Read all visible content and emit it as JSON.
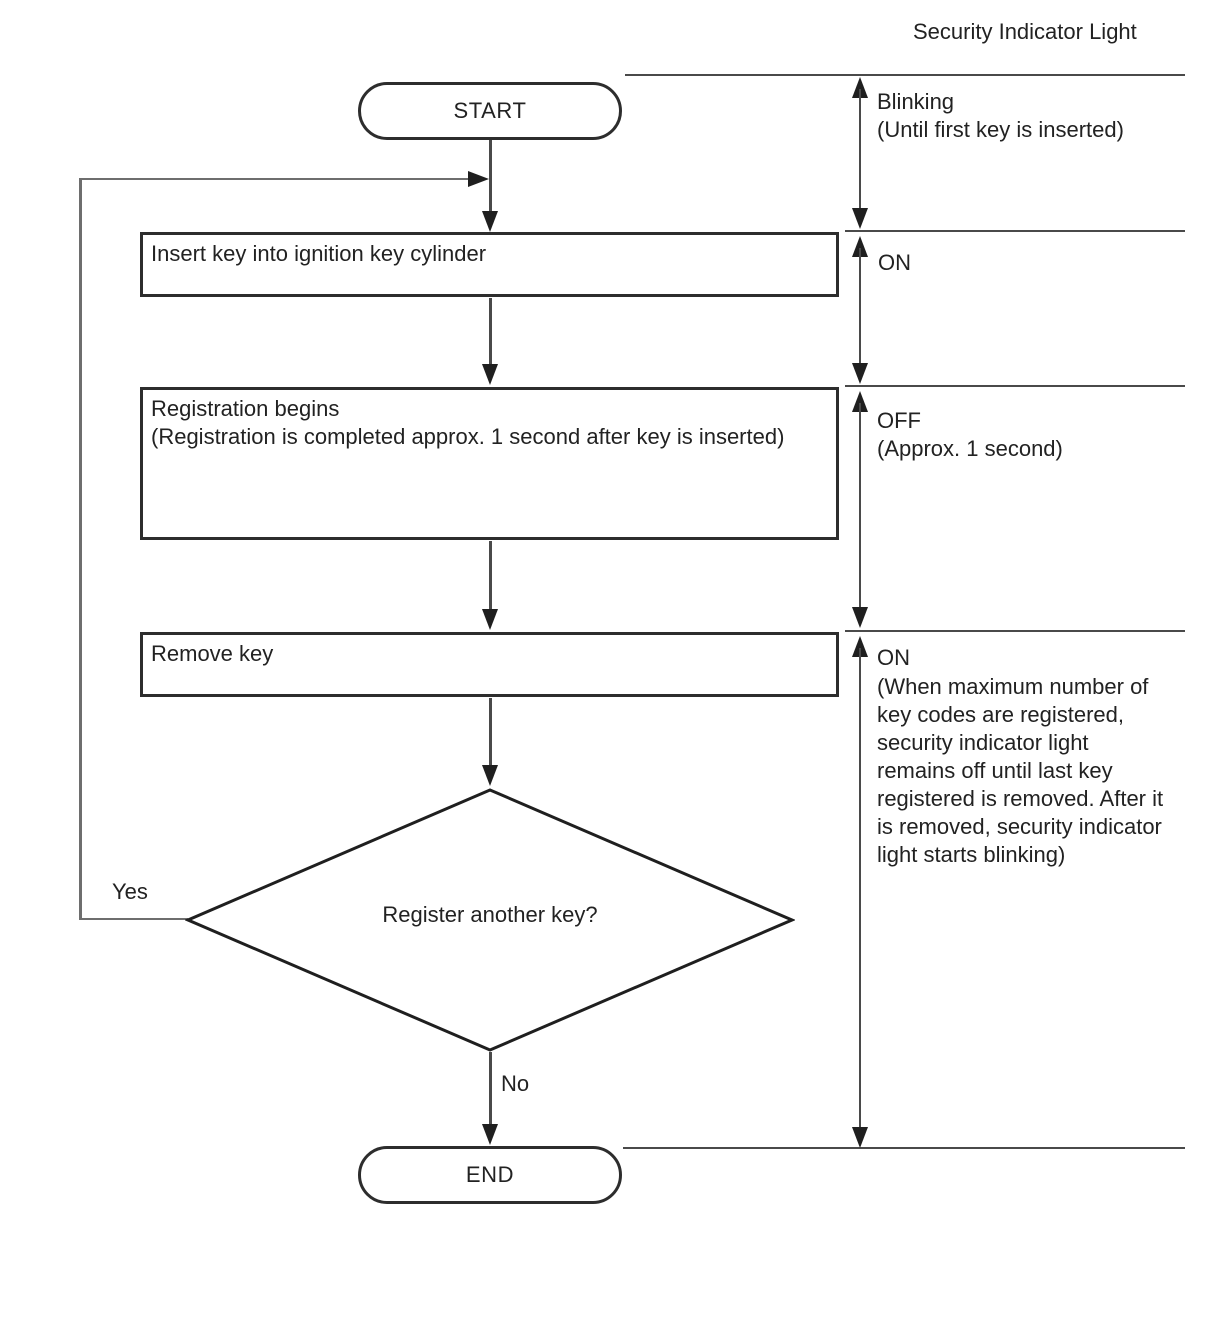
{
  "title": "Security Indicator Light",
  "flowchart": {
    "start_label": "START",
    "end_label": "END",
    "steps": [
      {
        "label": "Insert key into ignition key cylinder"
      },
      {
        "label_line1": "Registration begins",
        "label_line2": "(Registration is completed approx. 1 second after key is inserted)"
      },
      {
        "label": "Remove key"
      }
    ],
    "decision": {
      "label": "Register another key?",
      "yes_label": "Yes",
      "no_label": "No"
    }
  },
  "timeline": {
    "segments": [
      {
        "state": "Blinking",
        "note": "(Until first key is inserted)"
      },
      {
        "state": "ON"
      },
      {
        "state": "OFF",
        "note": "(Approx. 1 second)"
      },
      {
        "state": "ON",
        "note_lines": [
          "(When maximum number of",
          "key codes are registered,",
          "security indicator light",
          "remains off until last key",
          "registered is removed. After it",
          "is removed, security indicator",
          "light starts blinking)"
        ]
      }
    ]
  },
  "colors": {
    "background": "#ffffff",
    "text": "#222222",
    "shape_border": "#2d2d2d",
    "connector_line": "#4a4a4a",
    "loop_line": "#6e6e6e",
    "arrowhead": "#1f1f1f"
  }
}
